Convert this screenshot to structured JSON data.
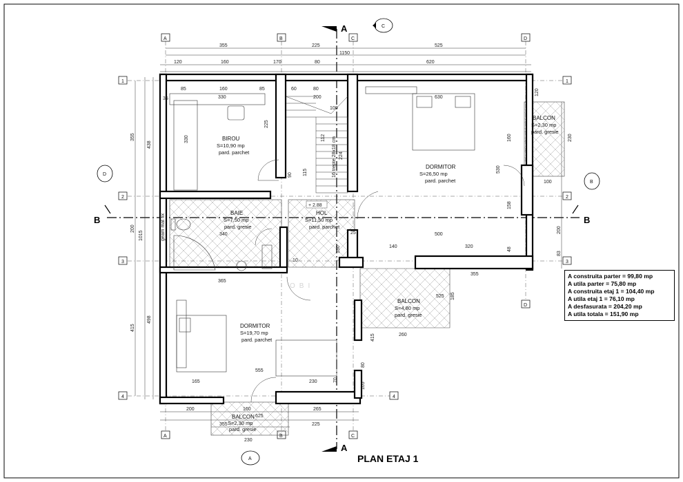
{
  "title": "PLAN ETAJ 1",
  "watermark": "OBI",
  "axes": {
    "top": [
      "A",
      "B",
      "C",
      "D"
    ],
    "left": [
      "1",
      "2",
      "3",
      "4"
    ],
    "compass": [
      "A",
      "B",
      "C",
      "D"
    ]
  },
  "sections": {
    "a": "A",
    "b": "B"
  },
  "rooms": [
    {
      "name": "BIROU",
      "area": "S=10,90 mp",
      "floor": "pard. parchet"
    },
    {
      "name": "DORMITOR",
      "area": "S=26,50 mp",
      "floor": "pard. parchet"
    },
    {
      "name": "BALCON",
      "area": "S=2,30 mp",
      "floor": "pard. gresie"
    },
    {
      "name": "BAIE",
      "area": "S=7,50 mp",
      "floor": "pard. gresie"
    },
    {
      "name": "HOL",
      "area": "S=11,50 mp",
      "floor": "pard. parchet"
    },
    {
      "name": "BALCON",
      "area": "S=4,80 mp",
      "floor": "pard. gresie"
    },
    {
      "name": "DORMITOR",
      "area": "S=19,70 mp",
      "floor": "pard. parchet"
    },
    {
      "name": "BALCON",
      "area": "S=2,30 mp",
      "floor": "pard. gresie"
    }
  ],
  "annotations": {
    "stairs": "16 trepte 28x18 cm",
    "level": "+ 2.88",
    "window": "geam mat fix"
  },
  "dims": {
    "top_row1": [
      "355",
      "225",
      "525"
    ],
    "top_total": "1150",
    "top_row2": [
      "120",
      "160",
      "170",
      "80",
      "620"
    ],
    "bottom_row1": [
      "200",
      "160",
      "265"
    ],
    "bottom_row2": [
      "625",
      "355",
      "225"
    ],
    "bottom_row3": "230",
    "left_outer": [
      "355",
      "415"
    ],
    "left_total": "1015",
    "left_inner": [
      "438",
      "200",
      "498"
    ],
    "right": [
      "230",
      "200",
      "83"
    ],
    "interior": [
      "85",
      "160",
      "85",
      "60",
      "80",
      "200",
      "100",
      "330",
      "630",
      "225",
      "330",
      "365",
      "340",
      "500",
      "320",
      "140",
      "525",
      "185",
      "260",
      "555",
      "165",
      "230",
      "355",
      "130",
      "115",
      "90",
      "158",
      "530",
      "160",
      "100",
      "120",
      "35",
      "25",
      "70",
      "10",
      "48",
      "80",
      "415",
      "105",
      "112",
      "224"
    ]
  },
  "areas": [
    "A construita parter = 99,80 mp",
    "A utila parter  = 75,80 mp",
    "A construita etaj 1 = 104,40 mp",
    "A utila etaj 1  = 76,10 mp",
    "A desfasurata = 204,20 mp",
    "A utila totala = 151,90 mp"
  ]
}
